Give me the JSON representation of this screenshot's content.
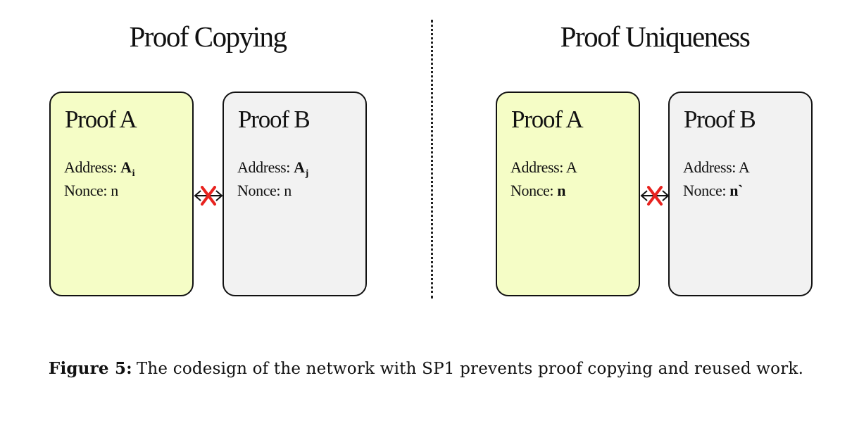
{
  "panels": {
    "left": {
      "title": "Proof Copying",
      "proof_a": {
        "title": "Proof A",
        "address_label": "Address: ",
        "address_value": "A",
        "address_sub": "i",
        "nonce_label": "Nonce: ",
        "nonce_value": "n"
      },
      "proof_b": {
        "title": "Proof B",
        "address_label": "Address: ",
        "address_value": "A",
        "address_sub": "j",
        "nonce_label": "Nonce: ",
        "nonce_value": "n"
      }
    },
    "right": {
      "title": "Proof Uniqueness",
      "proof_a": {
        "title": "Proof A",
        "address_label": "Address: ",
        "address_value": "A",
        "nonce_label": "Nonce: ",
        "nonce_value": "n"
      },
      "proof_b": {
        "title": "Proof B",
        "address_label": "Address: ",
        "address_value": "A",
        "nonce_label": "Nonce: ",
        "nonce_value": "n`"
      }
    }
  },
  "caption": {
    "lead": "Figure 5:",
    "text": "The codesign of the network with SP1 prevents proof copying and reused work."
  },
  "colors": {
    "proof_a_fill": "#f5fdc6",
    "proof_b_fill": "#f2f2f2",
    "cross": "#e8231f"
  },
  "icons": {
    "connector": "double-arrow-icon",
    "blocked": "cross-icon"
  }
}
